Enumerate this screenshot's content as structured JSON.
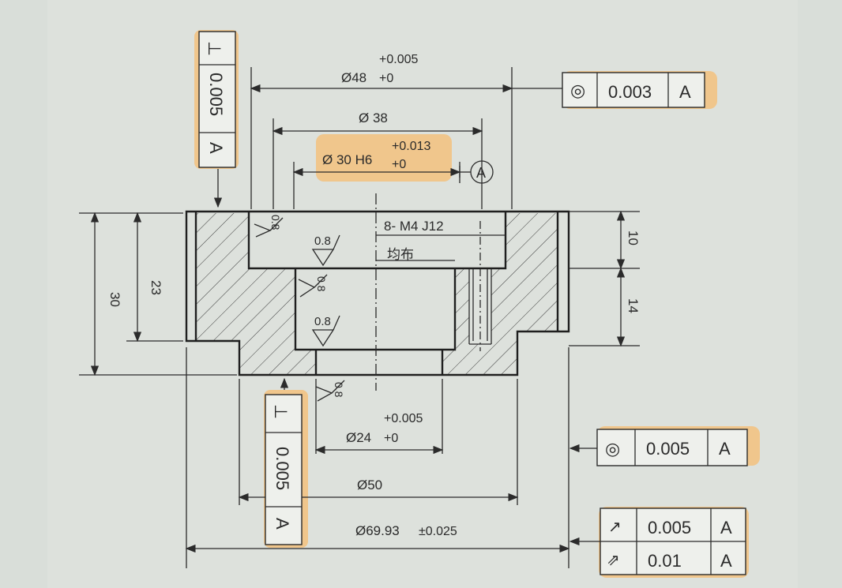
{
  "drawing": {
    "dims": {
      "d48": "Ø48",
      "d48_tol_upper": "+0.005",
      "d48_tol_lower": "+0",
      "d38": "Ø 38",
      "d30": "Ø 30 H6",
      "d30_tol_upper": "+0.013",
      "d30_tol_lower": "+0",
      "d24": "Ø24",
      "d24_tol_upper": "+0.005",
      "d24_tol_lower": "+0",
      "d50": "Ø50",
      "d6993": "Ø69.93",
      "d6993_tol": "±0.025",
      "h30": "30",
      "h23": "23",
      "h10": "10",
      "h14": "14"
    },
    "note_thread": "8- M4 J12",
    "note_even": "均布",
    "datum_label": "A",
    "roughness": "0.8",
    "fcf_top_left": {
      "symbol": "⊥",
      "value": "0.005",
      "datum": "A"
    },
    "fcf_bottom_left": {
      "symbol": "⊥",
      "value": "0.005",
      "datum": "A"
    },
    "fcf_top_right": {
      "symbol": "◎",
      "value": "0.003",
      "datum": "A"
    },
    "fcf_mid_right": {
      "symbol": "◎",
      "value": "0.005",
      "datum": "A"
    },
    "fcf_runout": {
      "symbol": "↗",
      "value": "0.005",
      "datum": "A"
    },
    "fcf_total_runout": {
      "symbol": "⇗",
      "value": "0.01",
      "datum": "A"
    }
  },
  "colors": {
    "paper": "#d7dcd7",
    "ink": "#2b2b2b",
    "highlight": "#ffb04a"
  }
}
